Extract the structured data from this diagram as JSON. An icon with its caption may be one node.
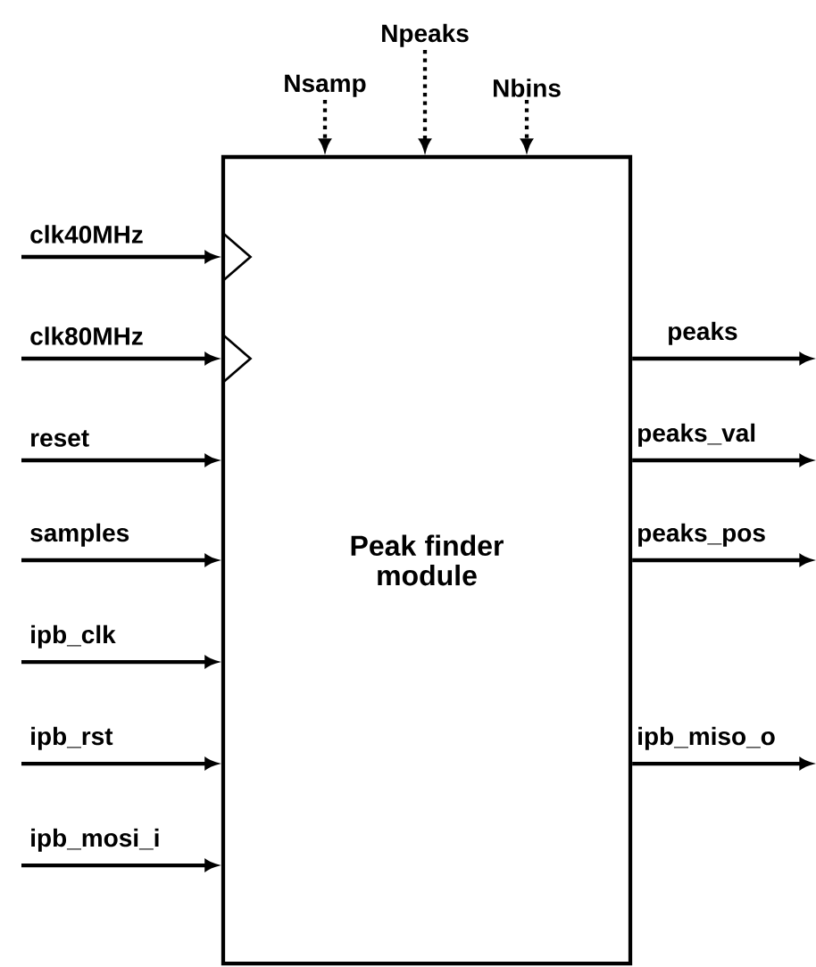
{
  "diagram": {
    "nodes": [
      {
        "text": [
          "Peak finder module"
        ]
      },
      {
        "text": [
          "Npeaks"
        ]
      },
      {
        "text": [
          "Nsamp"
        ]
      },
      {
        "text": [
          "Nbins"
        ]
      },
      {
        "text": [
          "clk40MHz"
        ]
      },
      {
        "text": [
          "clk80MHz"
        ]
      },
      {
        "text": [
          "reset"
        ]
      },
      {
        "text": [
          "samples"
        ]
      },
      {
        "text": [
          "ipb_clk"
        ]
      },
      {
        "text": [
          "ipb_rst"
        ]
      },
      {
        "text": [
          "ipb_mosi_i"
        ]
      },
      {
        "text": [
          "peaks"
        ]
      },
      {
        "text": [
          "peaks_val"
        ]
      },
      {
        "text": [
          "peaks_pos"
        ]
      },
      {
        "text": [
          "ipb_miso_o"
        ]
      }
    ],
    "edges": [
      {
        "from": 1,
        "to": 0,
        "arrow": "to",
        "style": "dashed"
      },
      {
        "from": 2,
        "to": 0,
        "arrow": "to",
        "style": "dashed"
      },
      {
        "from": 3,
        "to": 0,
        "arrow": "to",
        "style": "dashed"
      },
      {
        "from": 4,
        "to": 0,
        "arrow": "to"
      },
      {
        "from": 5,
        "to": 0,
        "arrow": "to"
      },
      {
        "from": 6,
        "to": 0,
        "arrow": "to"
      },
      {
        "from": 7,
        "to": 0,
        "arrow": "to"
      },
      {
        "from": 8,
        "to": 0,
        "arrow": "to"
      },
      {
        "from": 9,
        "to": 0,
        "arrow": "to"
      },
      {
        "from": 10,
        "to": 0,
        "arrow": "to"
      },
      {
        "from": 0,
        "to": 11,
        "arrow": "to"
      },
      {
        "from": 0,
        "to": 12,
        "arrow": "to"
      },
      {
        "from": 0,
        "to": 13,
        "arrow": "to"
      },
      {
        "from": 0,
        "to": 14,
        "arrow": "to"
      }
    ]
  }
}
